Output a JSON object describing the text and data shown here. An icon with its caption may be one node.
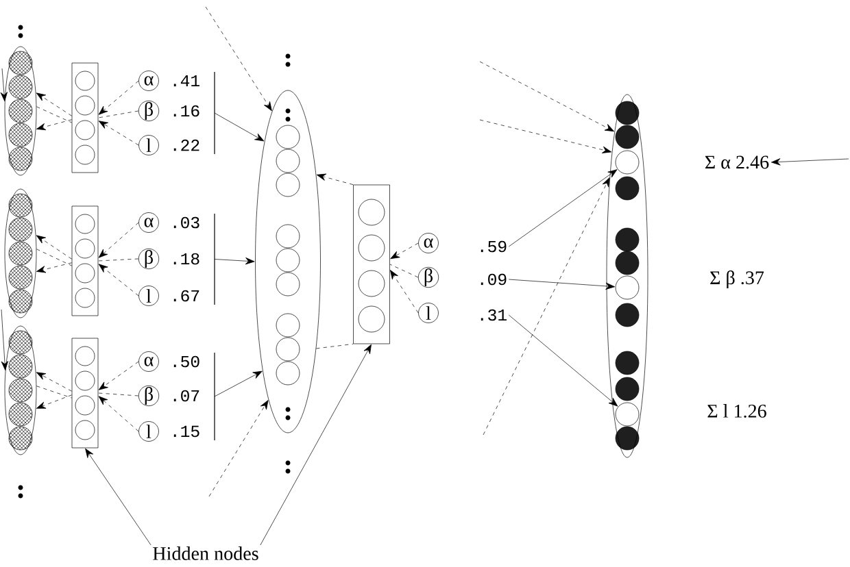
{
  "diagram": {
    "nodes": [
      {
        "text": [],
        "shape": "ellipse"
      },
      {
        "text": [],
        "shape": "box"
      },
      {
        "text": [
          "α"
        ],
        "beside": [
          ".41"
        ]
      },
      {
        "text": [
          "β"
        ],
        "beside": [
          ".16"
        ]
      },
      {
        "text": [
          "l"
        ],
        "beside": [
          ".22"
        ]
      },
      {
        "text": [],
        "shape": "bar"
      },
      {
        "text": [],
        "shape": "ellipse"
      },
      {
        "text": [],
        "shape": "box"
      },
      {
        "text": [
          "α"
        ],
        "beside": [
          ".03"
        ]
      },
      {
        "text": [
          "β"
        ],
        "beside": [
          ".18"
        ]
      },
      {
        "text": [
          "l"
        ],
        "beside": [
          ".67"
        ]
      },
      {
        "text": [],
        "shape": "bar"
      },
      {
        "text": [],
        "shape": "ellipse"
      },
      {
        "text": [],
        "shape": "box"
      },
      {
        "text": [
          "α"
        ],
        "beside": [
          ".50"
        ]
      },
      {
        "text": [
          "β"
        ],
        "beside": [
          ".07"
        ]
      },
      {
        "text": [
          "l"
        ],
        "beside": [
          ".15"
        ]
      },
      {
        "text": [],
        "shape": "bar"
      },
      {
        "text": [],
        "shape": "ellipse"
      },
      {
        "text": [],
        "shape": "box"
      },
      {
        "text": [
          "α"
        ]
      },
      {
        "text": [
          "β"
        ]
      },
      {
        "text": [
          "l"
        ]
      },
      {
        "text": [
          ".59"
        ]
      },
      {
        "text": [
          ".09"
        ]
      },
      {
        "text": [
          ".31"
        ]
      },
      {
        "text": [],
        "shape": "ellipse"
      },
      {
        "text": [],
        "shape": "circle",
        "in": 26
      },
      {
        "text": [],
        "shape": "circle",
        "in": 26
      },
      {
        "text": [],
        "shape": "circle",
        "in": 26
      },
      {
        "text": [
          "Σ α 2.46"
        ]
      },
      {
        "text": [
          "Σ β .37"
        ]
      },
      {
        "text": [
          "Σ l 1.26"
        ]
      },
      {
        "text": [
          "Hidden nodes"
        ]
      }
    ],
    "edges": [
      {
        "from": 1,
        "to": 0,
        "arrow": "to",
        "style": "dashed"
      },
      {
        "from": 1,
        "to": 0,
        "arrow": "to",
        "style": "dashed"
      },
      {
        "from": 0,
        "to": 1,
        "arrow": "none",
        "style": "dashed"
      },
      {
        "from": 2,
        "to": 1,
        "arrow": "to",
        "style": "dashed"
      },
      {
        "from": 4,
        "to": 1,
        "arrow": "to",
        "style": "dashed"
      },
      {
        "from": 3,
        "to": 1,
        "arrow": "none",
        "style": "dashed"
      },
      {
        "from": 5,
        "to": 18,
        "arrow": "to"
      },
      {
        "from": 7,
        "to": 6,
        "arrow": "to",
        "style": "dashed"
      },
      {
        "from": 7,
        "to": 6,
        "arrow": "to",
        "style": "dashed"
      },
      {
        "from": 6,
        "to": 7,
        "arrow": "none",
        "style": "dashed"
      },
      {
        "from": 8,
        "to": 7,
        "arrow": "to",
        "style": "dashed"
      },
      {
        "from": 10,
        "to": 7,
        "arrow": "to",
        "style": "dashed"
      },
      {
        "from": 9,
        "to": 7,
        "arrow": "none",
        "style": "dashed"
      },
      {
        "from": 11,
        "to": 18,
        "arrow": "to"
      },
      {
        "from": 13,
        "to": 12,
        "arrow": "to",
        "style": "dashed"
      },
      {
        "from": 13,
        "to": 12,
        "arrow": "to",
        "style": "dashed"
      },
      {
        "from": 12,
        "to": 13,
        "arrow": "none",
        "style": "dashed"
      },
      {
        "from": 14,
        "to": 13,
        "arrow": "to",
        "style": "dashed"
      },
      {
        "from": 16,
        "to": 13,
        "arrow": "to",
        "style": "dashed"
      },
      {
        "from": 15,
        "to": 13,
        "arrow": "none",
        "style": "dashed"
      },
      {
        "from": 17,
        "to": 18,
        "arrow": "to"
      },
      {
        "from": 19,
        "to": 18,
        "arrow": "to",
        "style": "dashed"
      },
      {
        "from": 18,
        "to": 19,
        "arrow": "none",
        "style": "dashed"
      },
      {
        "from": 20,
        "to": 19,
        "arrow": "to",
        "style": "dashed"
      },
      {
        "from": 22,
        "to": 19,
        "arrow": "to",
        "style": "dashed"
      },
      {
        "from": 21,
        "to": 19,
        "arrow": "none",
        "style": "dashed"
      },
      {
        "from": 23,
        "to": 27,
        "arrow": "to"
      },
      {
        "from": 24,
        "to": 28,
        "arrow": "to"
      },
      {
        "from": 25,
        "to": 29,
        "arrow": "to"
      },
      {
        "from": null,
        "to": 18,
        "arrow": "to",
        "style": "dashed"
      },
      {
        "from": null,
        "to": 18,
        "arrow": "to",
        "style": "dashed"
      },
      {
        "from": null,
        "to": 26,
        "arrow": "to",
        "style": "dashed"
      },
      {
        "from": null,
        "to": 26,
        "arrow": "to",
        "style": "dashed"
      },
      {
        "from": null,
        "to": 26,
        "arrow": "to",
        "style": "dashed"
      },
      {
        "from": null,
        "to": 30,
        "arrow": "to"
      },
      {
        "from": 33,
        "to": 13,
        "arrow": "to"
      },
      {
        "from": 33,
        "to": 19,
        "arrow": "to"
      },
      {
        "from": null,
        "to": 0,
        "arrow": "to"
      },
      {
        "from": null,
        "to": 12,
        "arrow": "to"
      }
    ]
  }
}
